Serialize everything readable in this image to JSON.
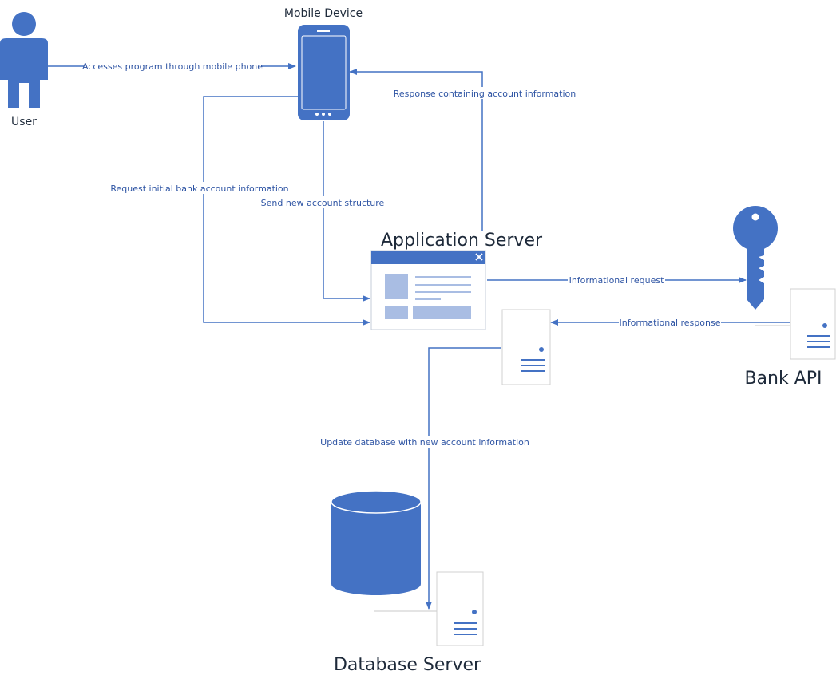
{
  "nodes": {
    "user": "User",
    "mobile_device": "Mobile Device",
    "application_server": "Application Server",
    "bank_api": "Bank API",
    "database_server": "Database Server"
  },
  "edges": {
    "accesses": "Accesses program through mobile phone",
    "response": "Response containing account information",
    "request_initial": "Request initial bank account information",
    "send_structure": "Send new account structure",
    "informational_request": "Informational request",
    "informational_response": "Informational response",
    "update_database": "Update database with new account information"
  },
  "colors": {
    "primary": "#4472c4",
    "light": "#a9bde3",
    "label_text": "#2f55a4"
  },
  "icons": {
    "user": "person-icon",
    "mobile_device": "smartphone-icon",
    "application_server": "app-window-icon",
    "bank_api": "key-icon",
    "server": "server-tower-icon",
    "database": "database-cylinder-icon"
  }
}
